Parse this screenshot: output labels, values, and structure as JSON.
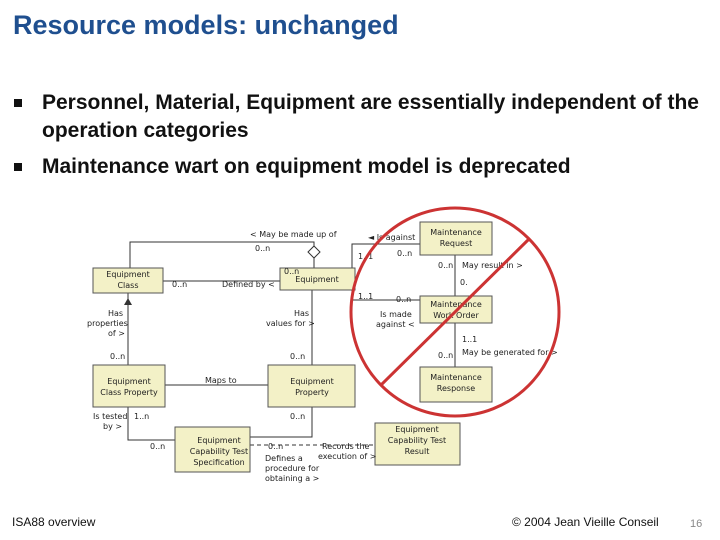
{
  "title": "Resource models: unchanged",
  "bullets": [
    "Personnel, Material, Equipment are essentially independent of the operation categories",
    "Maintenance wart on equipment model is deprecated"
  ],
  "diagram": {
    "boxes": {
      "equipment_class": [
        "Equipment",
        "Class"
      ],
      "equipment": [
        "Equipment"
      ],
      "equipment_class_property": [
        "Equipment",
        "Class Property"
      ],
      "equipment_property": [
        "Equipment",
        "Property"
      ],
      "equipment_capability_test_spec": [
        "Equipment",
        "Capability Test",
        "Specification"
      ],
      "maintenance_request": [
        "Maintenance",
        "Request"
      ],
      "maintenance_work_order": [
        "Maintenance",
        "Work Order"
      ],
      "maintenance_response": [
        "Maintenance",
        "Response"
      ],
      "equipment_capability_test_result": [
        "Equipment",
        "Capability Test",
        "Result"
      ]
    },
    "labels": {
      "may_be_made_up_of": "< May be made up of",
      "zero_n_top": "0..n",
      "is_against": "◄ Is against",
      "one_one_a": "1..1",
      "zero_n_req": "0..n",
      "zero_n_req2": "0..n",
      "may_result_in": "May result in >",
      "zero_dot": "0.",
      "zero_n_equip": "0..n",
      "zero_n_class": "0..n",
      "defined_by": "Defined by <",
      "one_one_b": "1..1",
      "zero_n_wo": "0..n",
      "is_made_against": [
        "Is made",
        "against <"
      ],
      "has_properties_of": [
        "Has",
        "properties",
        "of >"
      ],
      "has_values_for": [
        "Has",
        "values for >"
      ],
      "one_one_c": "1..1",
      "zero_n_cp": "0..n",
      "zero_n_ep": "0..n",
      "zero_n_wo2": "0..n",
      "may_be_generated_for": "May be generated for >",
      "maps_to": "Maps to",
      "is_tested_by": [
        "Is tested",
        "by >"
      ],
      "one_n": "1..n",
      "zero_n_ep2": "0..n",
      "zero_n_spec": "0..n",
      "zero_n_def": "0..n",
      "defines_a_procedure": [
        "Defines a",
        "procedure for",
        "obtaining a >"
      ],
      "records_the_execution": [
        "Records the",
        "execution of >"
      ]
    },
    "strike_color": "#cc3333"
  },
  "footer": {
    "left": "ISA88 overview",
    "right": "© 2004 Jean Vieille Conseil",
    "page": "16"
  }
}
